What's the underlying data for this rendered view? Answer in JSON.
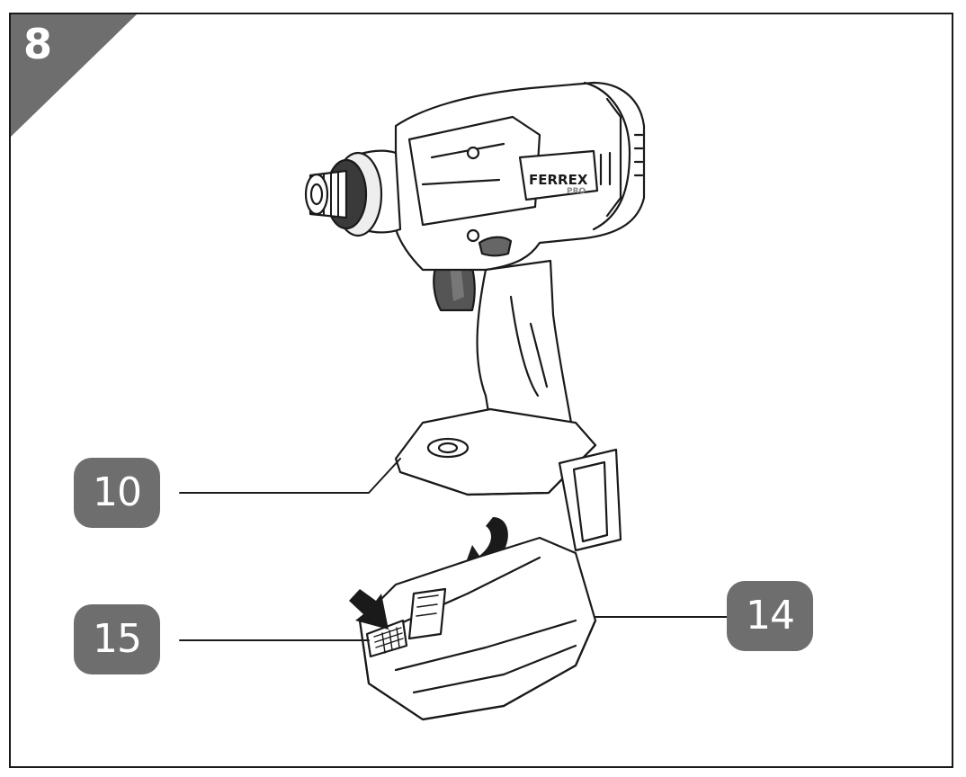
{
  "figure": {
    "number": "8",
    "brand": "FERREX",
    "brand_sub": "PRO",
    "callouts": {
      "battery_slot": "10",
      "battery_release": "15",
      "battery_pack": "14"
    }
  },
  "colors": {
    "corner": "#6e6e6e",
    "callout": "#6e6e6e",
    "line": "#1a1a1a",
    "trigger": "#555555"
  }
}
